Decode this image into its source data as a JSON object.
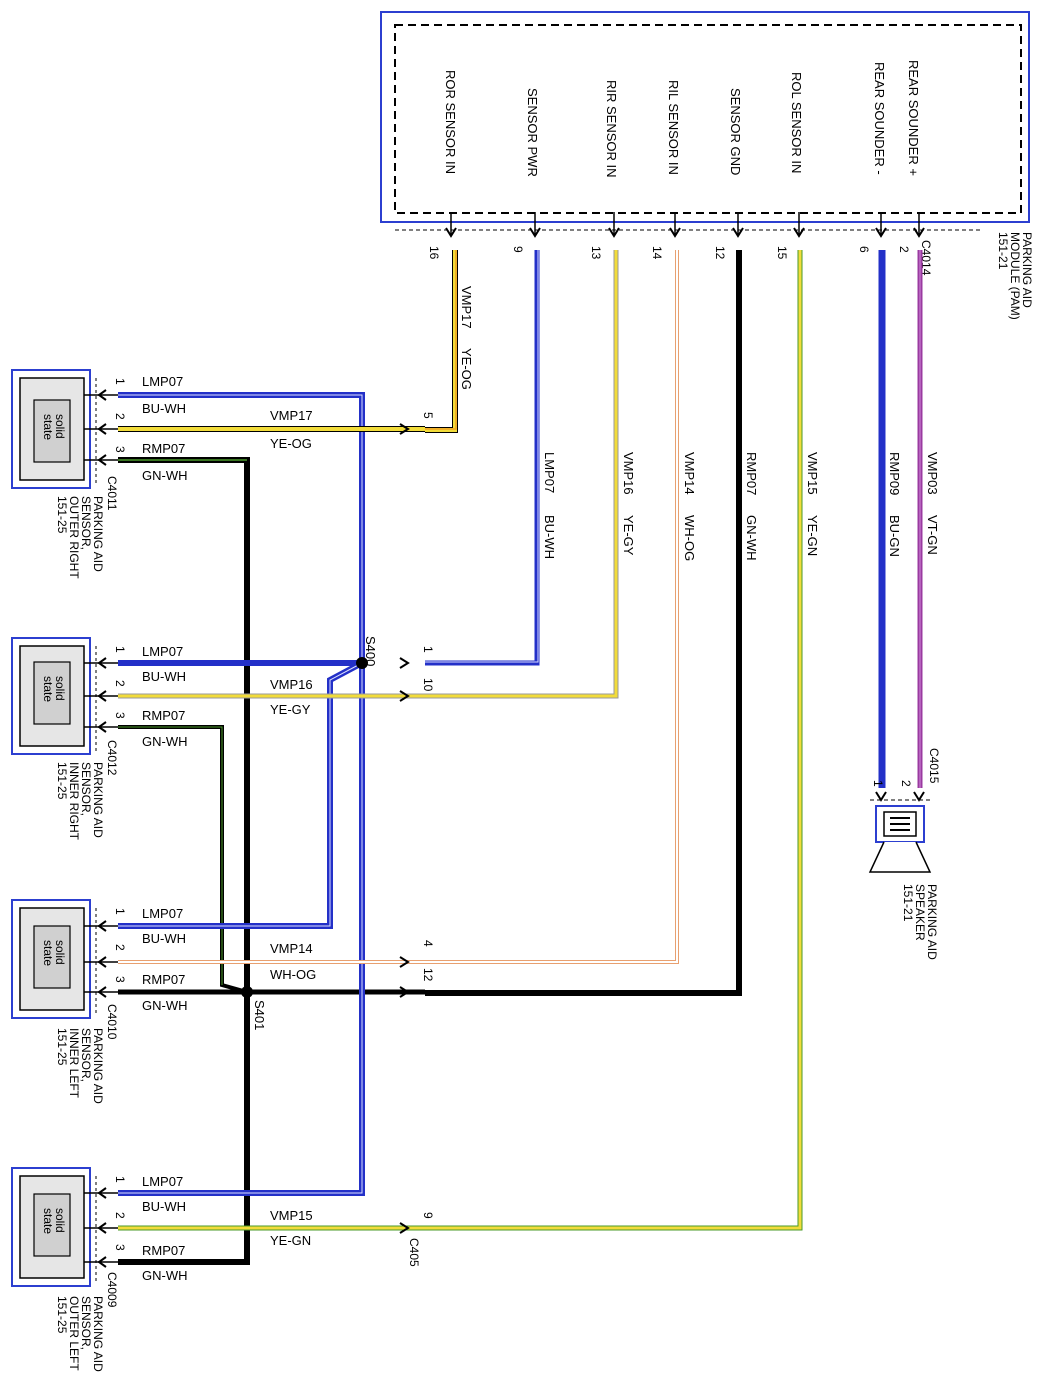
{
  "module": {
    "name_lines": [
      "PARKING AID",
      "MODULE (PAM)",
      "151-21"
    ],
    "connector": "C4014",
    "pins": [
      {
        "label": "ROR SENSOR IN",
        "pin": "16"
      },
      {
        "label": "SENSOR PWR",
        "pin": "9"
      },
      {
        "label": "RIR SENSOR IN",
        "pin": "13"
      },
      {
        "label": "RIL SENSOR IN",
        "pin": "14"
      },
      {
        "label": "SENSOR GND",
        "pin": "12"
      },
      {
        "label": "ROL SENSOR IN",
        "pin": "15"
      },
      {
        "label": "REAR SOUNDER -",
        "pin": "6"
      },
      {
        "label": "REAR SOUNDER +",
        "pin": "2"
      }
    ]
  },
  "vertical_wires": [
    {
      "circuit": "VMP17",
      "color": "YE-OG"
    },
    {
      "circuit": "LMP07",
      "color": "BU-WH"
    },
    {
      "circuit": "VMP16",
      "color": "YE-GY"
    },
    {
      "circuit": "VMP14",
      "color": "WH-OG"
    },
    {
      "circuit": "RMP07",
      "color": "GN-WH"
    },
    {
      "circuit": "VMP15",
      "color": "YE-GN"
    },
    {
      "circuit": "RMP09",
      "color": "BU-GN"
    },
    {
      "circuit": "VMP03",
      "color": "VT-GN"
    }
  ],
  "speaker": {
    "connector": "C4015",
    "pins": [
      "1",
      "2"
    ],
    "name_lines": [
      "PARKING AID",
      "SPEAKER",
      "151-21"
    ]
  },
  "sensors": [
    {
      "chip": [
        "solid",
        "state"
      ],
      "connector": "C4011",
      "name_lines": [
        "PARKING AID",
        "SENSOR,",
        "OUTER RIGHT",
        "151-25"
      ],
      "pins": [
        "1",
        "2",
        "3"
      ],
      "wires": [
        {
          "circuit": "LMP07",
          "color": "BU-WH"
        },
        {
          "circuit": "VMP17",
          "color": "YE-OG"
        },
        {
          "circuit": "RMP07",
          "color": "GN-WH"
        }
      ]
    },
    {
      "chip": [
        "solid",
        "state"
      ],
      "connector": "C4012",
      "name_lines": [
        "PARKING AID",
        "SENSOR,",
        "INNER RIGHT",
        "151-25"
      ],
      "pins": [
        "1",
        "2",
        "3"
      ],
      "wires": [
        {
          "circuit": "LMP07",
          "color": "BU-WH"
        },
        {
          "circuit": "VMP16",
          "color": "YE-GY"
        },
        {
          "circuit": "RMP07",
          "color": "GN-WH"
        }
      ]
    },
    {
      "chip": [
        "solid",
        "state"
      ],
      "connector": "C4010",
      "name_lines": [
        "PARKING AID",
        "SENSOR,",
        "INNER LEFT",
        "151-25"
      ],
      "pins": [
        "1",
        "2",
        "3"
      ],
      "wires": [
        {
          "circuit": "LMP07",
          "color": "BU-WH"
        },
        {
          "circuit": "VMP14",
          "color": "WH-OG"
        },
        {
          "circuit": "RMP07",
          "color": "GN-WH"
        }
      ]
    },
    {
      "chip": [
        "solid",
        "state"
      ],
      "connector": "C4009",
      "name_lines": [
        "PARKING AID",
        "SENSOR,",
        "OUTER LEFT",
        "151-25"
      ],
      "pins": [
        "1",
        "2",
        "3"
      ],
      "wires": [
        {
          "circuit": "LMP07",
          "color": "BU-WH"
        },
        {
          "circuit": "VMP15",
          "color": "YE-GN"
        },
        {
          "circuit": "RMP07",
          "color": "GN-WH"
        }
      ]
    }
  ],
  "inline_connector": {
    "name": "C405",
    "pins": [
      "5",
      "1",
      "10",
      "4",
      "12",
      "9"
    ]
  },
  "splices": [
    "S400",
    "S401"
  ],
  "wire_colors": {
    "blue": "#2330c8",
    "black": "#000000",
    "yellow": "#f2dc3a",
    "orange": "#f0a020",
    "gray": "#9a9a9a",
    "green": "#4a9a2a",
    "violet": "#9a3aa0",
    "white_orange": "#e8a070",
    "frame": "#2c3fd0"
  }
}
